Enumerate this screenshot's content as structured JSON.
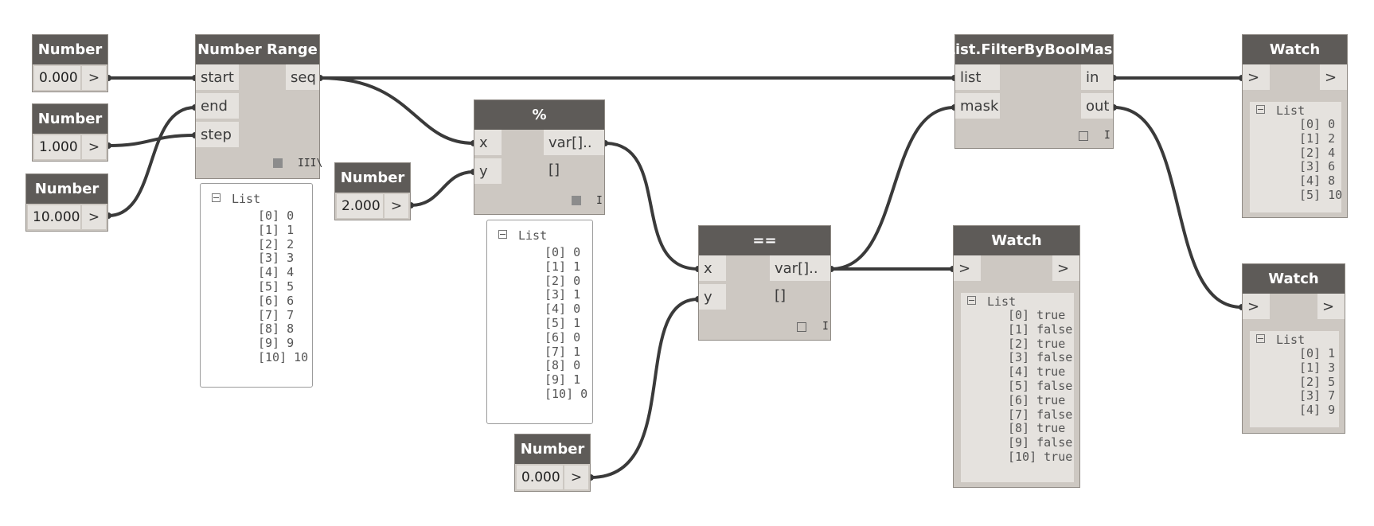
{
  "colors": {
    "header": "#5e5b58",
    "body": "#cdc8c2",
    "port": "#e5e2de",
    "wire": "#3a3a3a"
  },
  "nodes": {
    "num_start": {
      "title": "Number",
      "value": "0.000",
      "arrow": ">"
    },
    "num_end": {
      "title": "Number",
      "value": "1.000",
      "arrow": ">"
    },
    "num_step": {
      "title": "Number",
      "value": "10.000",
      "arrow": ">"
    },
    "num_two": {
      "title": "Number",
      "value": "2.000",
      "arrow": ">"
    },
    "num_zero": {
      "title": "Number",
      "value": "0.000",
      "arrow": ">"
    },
    "range": {
      "title": "Number Range",
      "in1": "start",
      "in2": "end",
      "in3": "step",
      "out": "seq",
      "lacing": "III\\"
    },
    "mod": {
      "title": "%",
      "in1": "x",
      "in2": "y",
      "out": "var[]..[]",
      "lacing": "I"
    },
    "eq": {
      "title": "==",
      "in1": "x",
      "in2": "y",
      "out": "var[]..[]",
      "lacing": "I"
    },
    "filter": {
      "title": "List.FilterByBoolMask",
      "in1": "list",
      "in2": "mask",
      "out1": "in",
      "out2": "out",
      "lacing": "I"
    },
    "watch_bool": {
      "title": "Watch",
      "in": ">",
      "out": ">"
    },
    "watch_in": {
      "title": "Watch",
      "in": ">",
      "out": ">"
    },
    "watch_out": {
      "title": "Watch",
      "in": ">",
      "out": ">"
    }
  },
  "previews": {
    "range": {
      "header": "List",
      "items": [
        "[0] 0",
        "[1] 1",
        "[2] 2",
        "[3] 3",
        "[4] 4",
        "[5] 5",
        "[6] 6",
        "[7] 7",
        "[8] 8",
        "[9] 9",
        "[10] 10"
      ]
    },
    "mod": {
      "header": "List",
      "items": [
        "[0] 0",
        "[1] 1",
        "[2] 0",
        "[3] 1",
        "[4] 0",
        "[5] 1",
        "[6] 0",
        "[7] 1",
        "[8] 0",
        "[9] 1",
        "[10] 0"
      ]
    },
    "watch_bool": {
      "header": "List",
      "items": [
        "[0] true",
        "[1] false",
        "[2] true",
        "[3] false",
        "[4] true",
        "[5] false",
        "[6] true",
        "[7] false",
        "[8] true",
        "[9] false",
        "[10] true"
      ]
    },
    "watch_in": {
      "header": "List",
      "items": [
        "[0] 0",
        "[1] 2",
        "[2] 4",
        "[3] 6",
        "[4] 8",
        "[5] 10"
      ]
    },
    "watch_out": {
      "header": "List",
      "items": [
        "[0] 1",
        "[1] 3",
        "[2] 5",
        "[3] 7",
        "[4] 9"
      ]
    }
  }
}
